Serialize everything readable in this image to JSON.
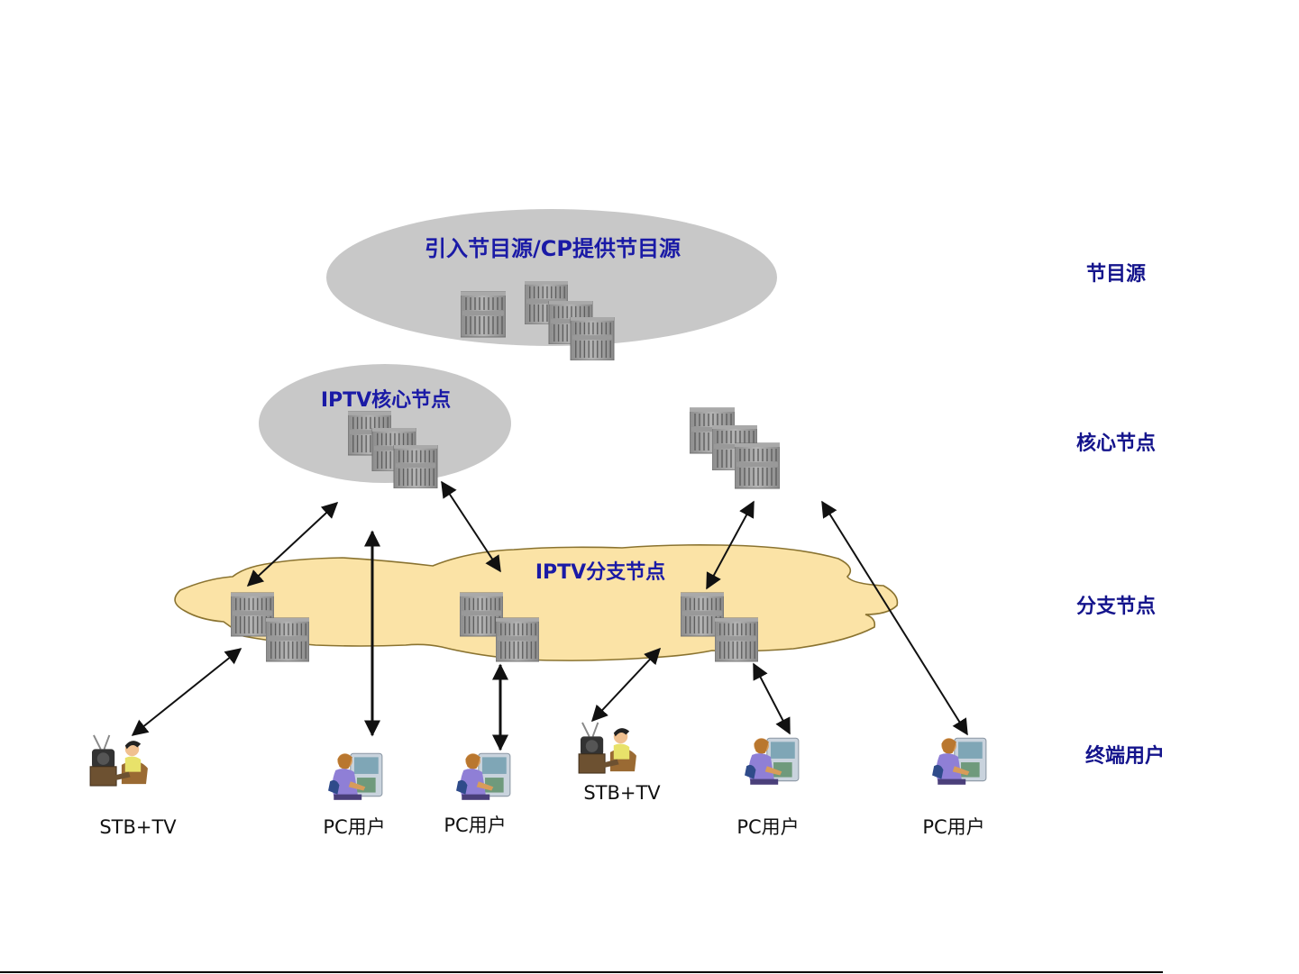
{
  "diagram": {
    "source_cluster": {
      "label": "引入节目源/CP提供节目源"
    },
    "core_cluster": {
      "label": "IPTV核心节点"
    },
    "branch_cloud": {
      "label": "IPTV分支节点"
    },
    "tiers": [
      {
        "id": "tier-source",
        "label": "节目源"
      },
      {
        "id": "tier-core",
        "label": "核心节点"
      },
      {
        "id": "tier-branch",
        "label": "分支节点"
      },
      {
        "id": "tier-end-users",
        "label": "终端用户"
      }
    ],
    "end_users": [
      {
        "id": "user-1",
        "type": "stb-tv",
        "label": "STB+TV"
      },
      {
        "id": "user-2",
        "type": "pc",
        "label": "PC用户"
      },
      {
        "id": "user-3",
        "type": "pc",
        "label": "PC用户"
      },
      {
        "id": "user-4",
        "type": "stb-tv",
        "label": "STB+TV"
      },
      {
        "id": "user-5",
        "type": "pc",
        "label": "PC用户"
      },
      {
        "id": "user-6",
        "type": "pc",
        "label": "PC用户"
      }
    ],
    "connections": [
      {
        "from": "core-node-1",
        "to": "branch-node-1"
      },
      {
        "from": "core-node-1",
        "to": "user-2"
      },
      {
        "from": "core-node-1",
        "to": "branch-node-2"
      },
      {
        "from": "core-node-2",
        "to": "branch-node-3"
      },
      {
        "from": "core-node-2",
        "to": "user-6"
      },
      {
        "from": "branch-node-1",
        "to": "user-1"
      },
      {
        "from": "branch-node-2",
        "to": "user-3"
      },
      {
        "from": "branch-node-3",
        "to": "user-4"
      },
      {
        "from": "branch-node-3",
        "to": "user-5"
      }
    ],
    "colors": {
      "ellipse_fill": "#c8c8c8",
      "cloud_fill": "#fbe3a6",
      "cloud_stroke": "#8a7330",
      "title_text": "#1a1aa6",
      "tier_text": "#14148c",
      "arrow": "#111111"
    }
  }
}
